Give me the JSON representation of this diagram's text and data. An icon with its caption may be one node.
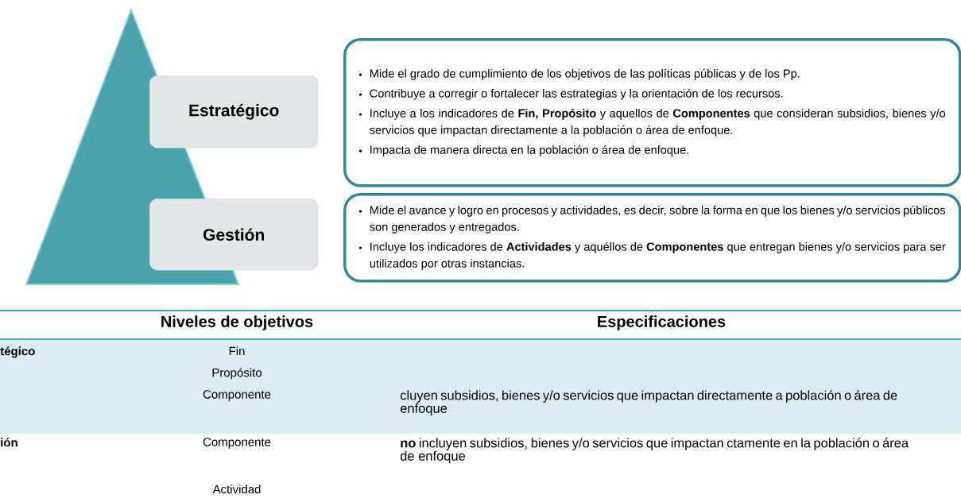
{
  "diagram": {
    "nodes": [
      {
        "text": [
          "Estratégico"
        ]
      },
      {
        "text": [
          "Mide el grado de cumplimiento de los objetivos de las políticas públicas y de los Pp.",
          "Contribuye a corregir o fortalecer las estrategias y la orientación de los recursos.",
          "Incluye a los indicadores de **Fin, Propósito** y aquellos de **Componentes** que consideran subsidios, bienes y/o servicios que impactan directamente a la población o área de enfoque.",
          "Impacta de manera directa en la población o área de enfoque."
        ]
      },
      {
        "text": [
          "Gestión"
        ]
      },
      {
        "text": [
          "Mide el avance y logro en procesos y actividades, es decir, sobre la forma en que los bienes y/o servicios públicos son generados y entregados.",
          "Incluye los indicadores de **Actividades** y aquéllos de **Componentes** que entregan bienes y/o servicios para ser utilizados por otras instancias."
        ]
      }
    ],
    "labels": [
      "Niveles de objetivos",
      "Especificaciones",
      "tégico",
      "Fin",
      "Propósito",
      "Componente",
      "cluyen subsidios, bienes y/o servicios que impactan directamente a población o área de enfoque",
      "ión",
      "Componente",
      "**no** incluyen subsidios, bienes y/o servicios que impactan ctamente en la población o área de enfoque",
      "Actividad"
    ]
  }
}
